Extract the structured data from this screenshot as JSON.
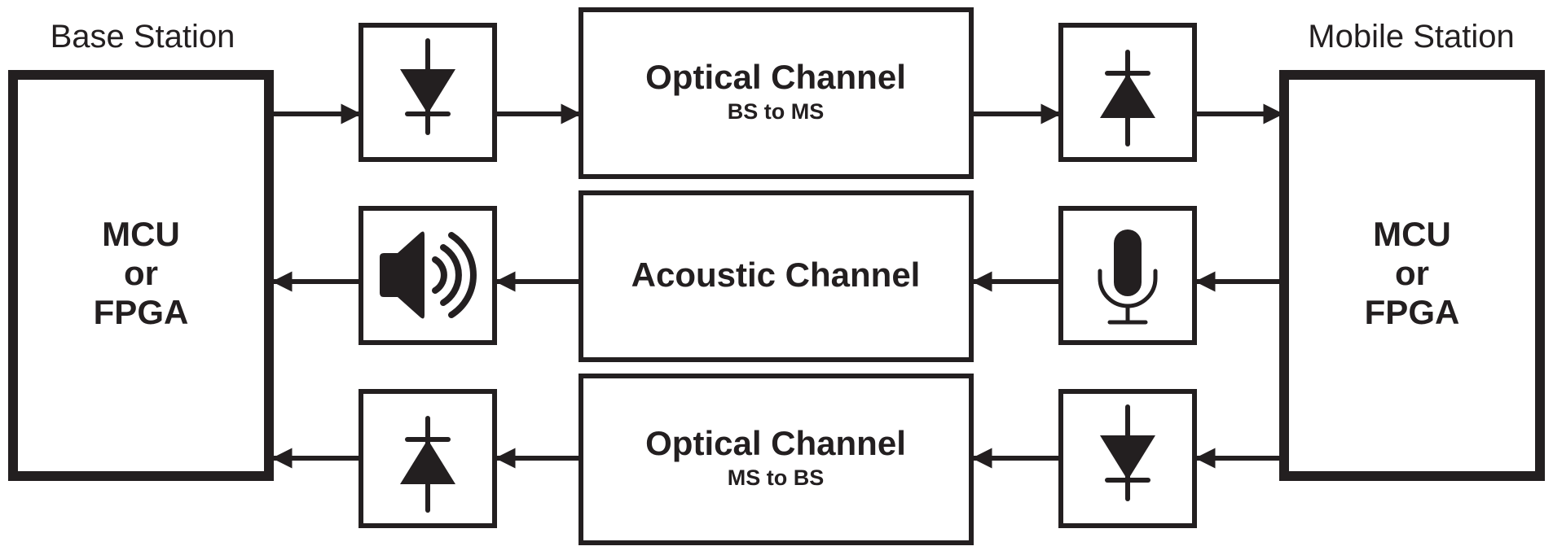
{
  "base_station": {
    "title": "Base Station",
    "line1": "MCU",
    "line2": "or",
    "line3": "FPGA"
  },
  "mobile_station": {
    "title": "Mobile Station",
    "line1": "MCU",
    "line2": "or",
    "line3": "FPGA"
  },
  "channels": {
    "optical_down": {
      "title": "Optical Channel",
      "subtitle": "BS to MS"
    },
    "acoustic": {
      "title": "Acoustic Channel"
    },
    "optical_up": {
      "title": "Optical Channel",
      "subtitle": "MS to BS"
    }
  },
  "components": {
    "photodiode_tx_bs": "diode-icon",
    "photodiode_rx_ms": "diode-icon",
    "speaker_bs": "speaker-icon",
    "microphone_ms": "microphone-icon",
    "photodiode_rx_bs": "diode-icon",
    "photodiode_tx_ms": "diode-icon"
  },
  "colors": {
    "ink": "#231f20",
    "background": "#ffffff"
  }
}
